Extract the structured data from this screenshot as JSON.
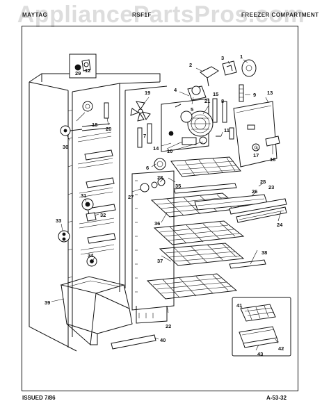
{
  "watermark": "AppliancePartsPros.com",
  "header": {
    "left": "MAYTAG",
    "mid": "RSF1F",
    "right": "FREEZER COMPARTMENT"
  },
  "footer": {
    "issued": "ISSUED 7/86",
    "page_code": "A-53-32"
  },
  "part_labels": [
    "1",
    "2",
    "3",
    "4",
    "5",
    "6",
    "7",
    "8",
    "9",
    "10",
    "11",
    "12",
    "13",
    "14",
    "15",
    "16",
    "17",
    "18",
    "19",
    "20",
    "21",
    "22",
    "23",
    "24",
    "25",
    "26",
    "27",
    "28",
    "29",
    "30",
    "31",
    "32",
    "33",
    "34",
    "35",
    "36",
    "37",
    "38",
    "39",
    "40",
    "41",
    "42",
    "43"
  ]
}
